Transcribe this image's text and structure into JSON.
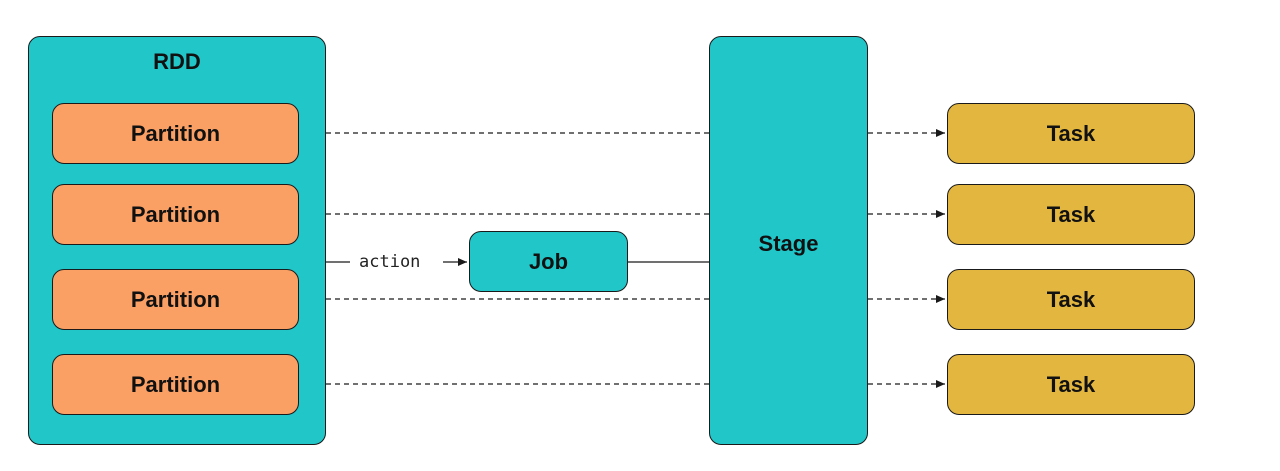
{
  "rdd": {
    "title": "RDD"
  },
  "partitions": [
    {
      "label": "Partition"
    },
    {
      "label": "Partition"
    },
    {
      "label": "Partition"
    },
    {
      "label": "Partition"
    }
  ],
  "action_label": "action",
  "job": {
    "label": "Job"
  },
  "stage": {
    "label": "Stage"
  },
  "tasks": [
    {
      "label": "Task"
    },
    {
      "label": "Task"
    },
    {
      "label": "Task"
    },
    {
      "label": "Task"
    }
  ],
  "colors": {
    "rdd_fill": "#21c6c9",
    "partition_fill": "#fba065",
    "job_fill": "#21c6c9",
    "stage_fill": "#21c6c9",
    "task_fill": "#e3b640",
    "line_color": "#1a1a1a"
  }
}
